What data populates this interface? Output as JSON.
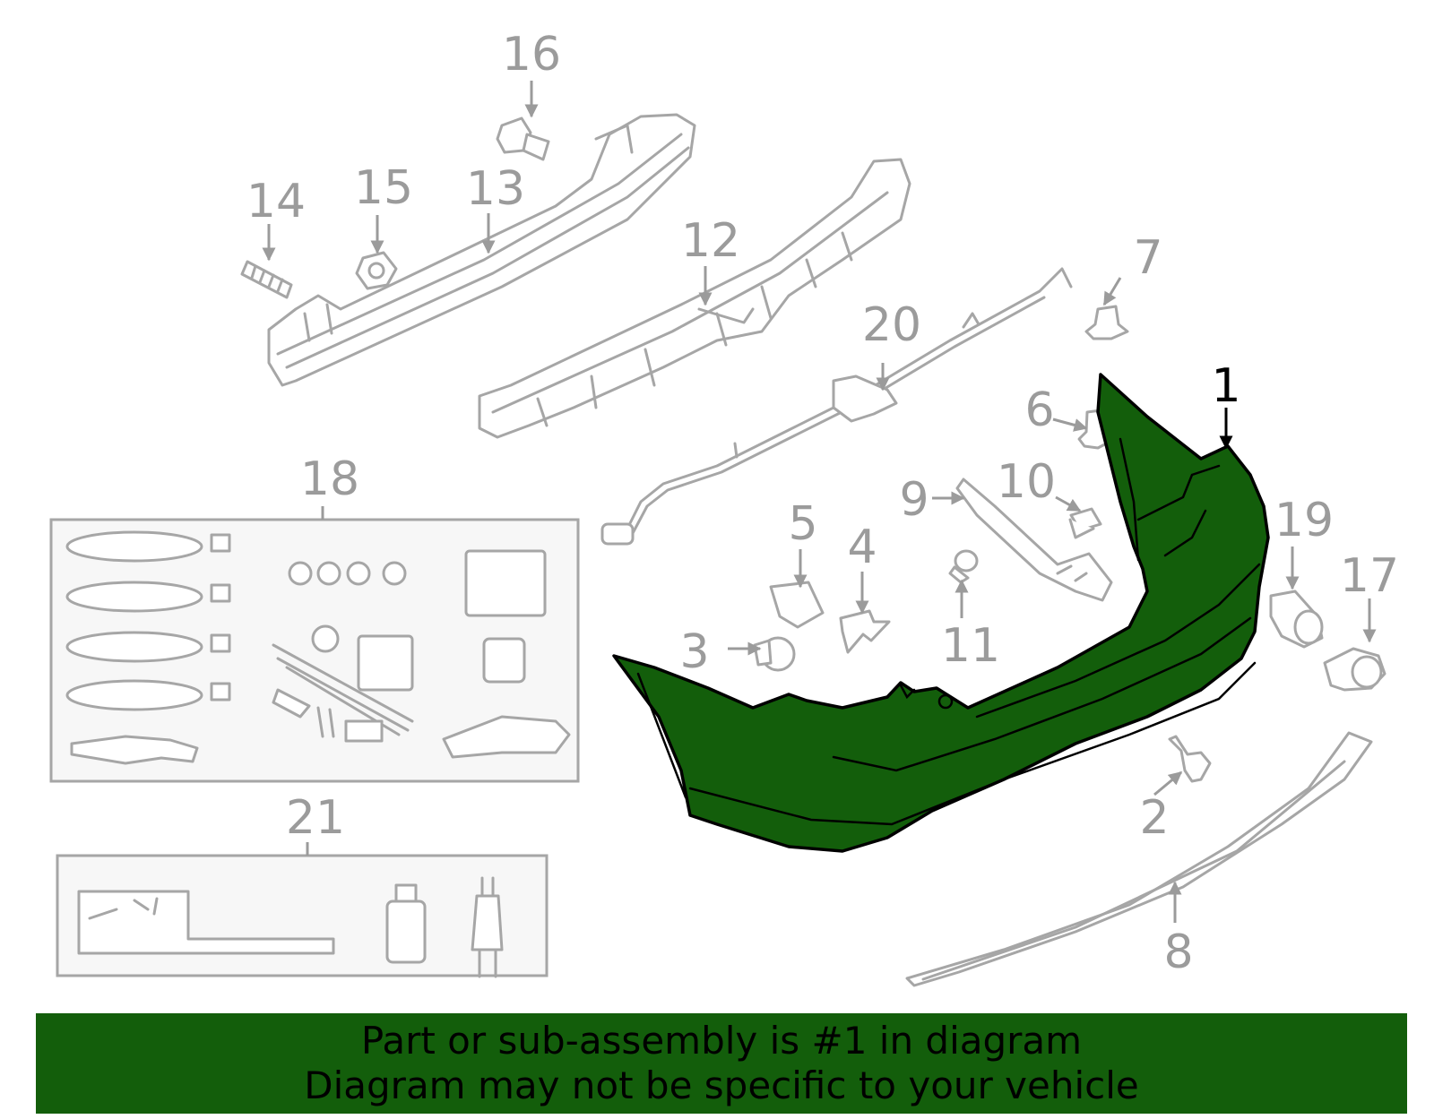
{
  "callouts": {
    "c1": "1",
    "c2": "2",
    "c3": "3",
    "c4": "4",
    "c5": "5",
    "c6": "6",
    "c7": "7",
    "c8": "8",
    "c9": "9",
    "c10": "10",
    "c11": "11",
    "c12": "12",
    "c13": "13",
    "c14": "14",
    "c15": "15",
    "c16": "16",
    "c17": "17",
    "c18": "18",
    "c19": "19",
    "c20": "20",
    "c21": "21"
  },
  "highlight": {
    "part_number": "1",
    "color": "#135e0b"
  },
  "banner": {
    "line1": "Part or sub-assembly is #1 in diagram",
    "line2": "Diagram may not be specific to your vehicle"
  }
}
